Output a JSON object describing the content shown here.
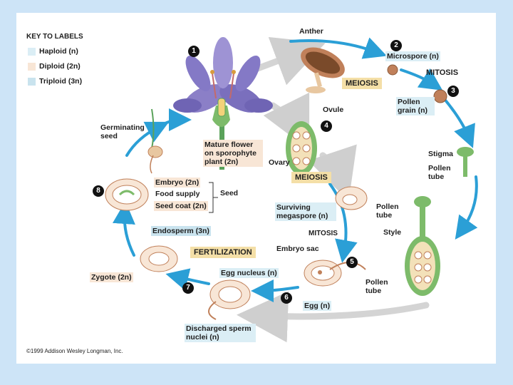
{
  "key": {
    "title": "KEY TO LABELS",
    "items": [
      {
        "label": "Haploid (n)",
        "color": "#dbeef5"
      },
      {
        "label": "Diploid (2n)",
        "color": "#f8e6d6"
      },
      {
        "label": "Triploid (3n)",
        "color": "#c9e3ee"
      }
    ]
  },
  "labels": {
    "anther": "Anther",
    "microspore": "Microspore (n)",
    "meiosis_top": "MEIOSIS",
    "mitosis_top": "MITOSIS",
    "pollen_grain": "Pollen grain (n)",
    "ovule": "Ovule",
    "germinating_seed": "Germinating seed",
    "mature_flower": "Mature flower on sporophyte plant (2n)",
    "ovary": "Ovary",
    "meiosis_mid": "MEIOSIS",
    "stigma": "Stigma",
    "pollen_tube_right": "Pollen tube",
    "embryo": "Embryo (2n)",
    "food_supply": "Food supply",
    "seed_coat": "Seed coat (2n)",
    "seed": "Seed",
    "surviving_megaspore": "Surviving megaspore (n)",
    "pollen_tube_mid": "Pollen tube",
    "style": "Style",
    "mitosis_mid": "MITOSIS",
    "endosperm": "Endosperm (3n)",
    "fertilization": "FERTILIZATION",
    "embryo_sac": "Embryo sac",
    "zygote": "Zygote (2n)",
    "egg_nucleus": "Egg nucleus (n)",
    "pollen_tube_bottom": "Pollen tube",
    "egg": "Egg (n)",
    "discharged_sperm": "Discharged sperm nuclei (n)",
    "copyright": "©1999 Addison Wesley Longman, Inc."
  },
  "steps": [
    "1",
    "2",
    "3",
    "4",
    "5",
    "6",
    "7",
    "8"
  ],
  "colors": {
    "cycle_arrow": "#2b9fd6",
    "gray_arrow": "#d4d4d4",
    "petal": "#8b7fc7",
    "stem": "#5aa25a",
    "pollen": "#c0805a"
  }
}
